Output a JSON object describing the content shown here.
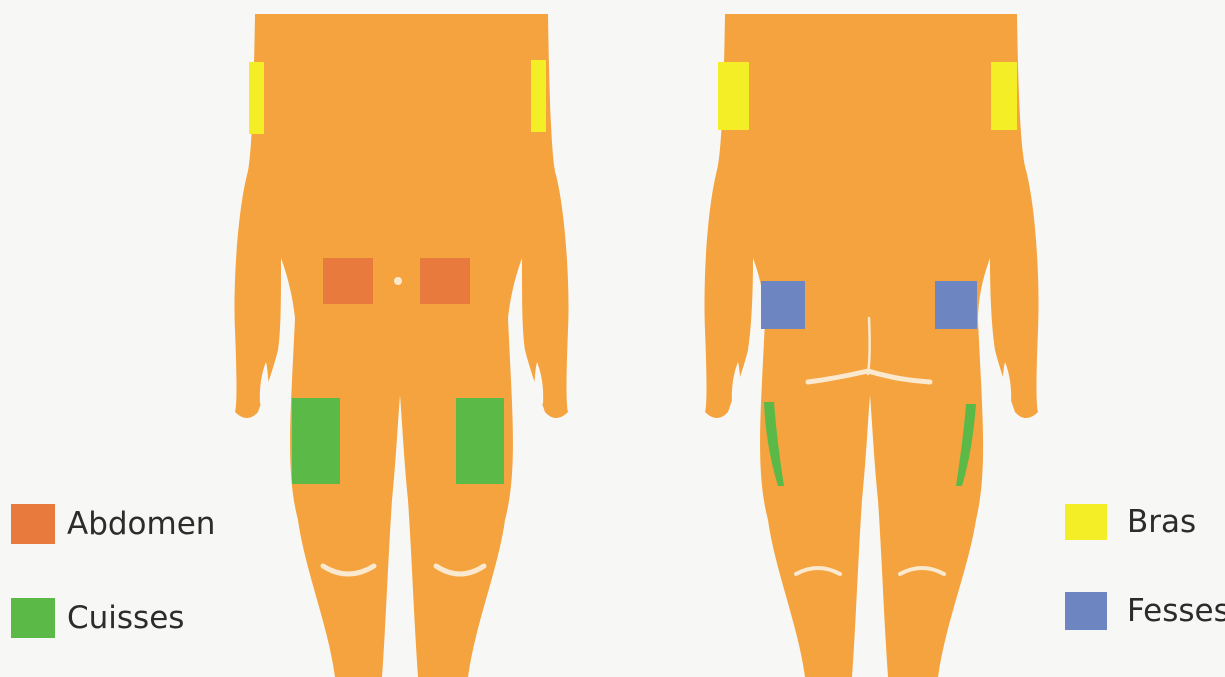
{
  "colors": {
    "background": "#f7f7f5",
    "body": "#f4a33f",
    "bras": "#f3ee25",
    "abdomen": "#e97a3d",
    "cuisses": "#5bb948",
    "fesses": "#6d86c1",
    "crease": "#fbe9cf",
    "text": "#2c2c2c"
  },
  "legend": [
    {
      "key": "abdomen",
      "label": "Abdomen",
      "color": "#e97a3d"
    },
    {
      "key": "cuisses",
      "label": "Cuisses",
      "color": "#5bb948"
    },
    {
      "key": "bras",
      "label": "Bras",
      "color": "#f3ee25"
    },
    {
      "key": "fesses",
      "label": "Fesses",
      "color": "#6d86c1"
    }
  ],
  "figures": [
    {
      "view": "front",
      "zones": [
        "bras",
        "abdomen",
        "cuisses"
      ]
    },
    {
      "view": "back",
      "zones": [
        "bras",
        "fesses",
        "cuisses"
      ]
    }
  ]
}
